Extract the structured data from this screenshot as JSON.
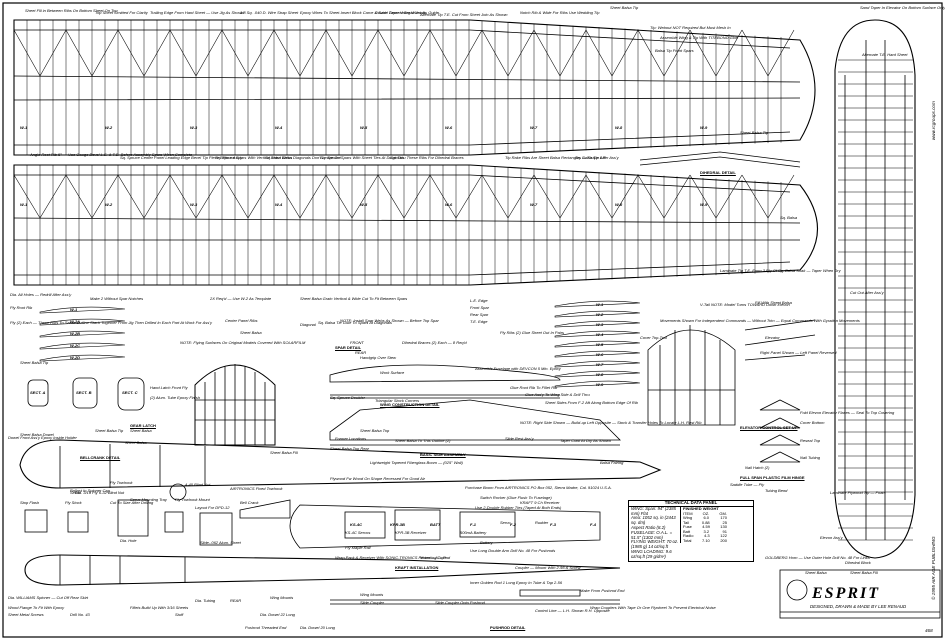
{
  "title": "ESPRIT",
  "credit": "DESIGNED, DRAWN & MADE BY LEE RENAUD",
  "page_number": "468",
  "copyright": "© 1995 AIR AGE PUBLISHING",
  "website": "www.rcgroups.com",
  "wing_rib_labels": [
    "W-1",
    "W-2",
    "W-3",
    "W-4",
    "W-5",
    "W-6",
    "W-7",
    "W-8",
    "W-9"
  ],
  "rib_stack_labels": [
    "W-1",
    "W-2",
    "W-3",
    "W-4",
    "W-5",
    "W-6",
    "W-7",
    "W-8",
    "W-9"
  ],
  "small_rib_labels": [
    "W-1",
    "W-2A",
    "W-2B",
    "W-2C",
    "W-2D"
  ],
  "section_labels": [
    "SECT. A",
    "SECT. B",
    "SECT. C"
  ],
  "top_notes": [
    "Sheet Fill in Between Ribs On Bottom Sheet On Top",
    "Top Sheet Omitted For Clarity",
    "Trailing Edge From Hard Sheet — Use Jig As Shown",
    "1/8 Sq. .040 D. Wire Strap Sheet",
    "Epoxy Wires To Sheet-Insert Block Carve & Sand Taper Using Wires As Guide",
    "Double Cement Break Joints",
    "Alternate Tip T.E. Cut From Sheet Join As Shown",
    "Notch Rib & Wide For Ribs Use Wedding Tip",
    "Sheet Balsa Tip",
    "Sand Taper In Elevator On Bottom Surface Only To Maintain Straight Line For Full Span Top Surface Film Hinge"
  ],
  "mid_notes": [
    "Angle Root Rib 5° — Use Gauge Bevel L.E. & T.E. Before Assembly Spars When Complete",
    "Sq. Spruce Center Panel Leading Edge Bevel Tip Piece Before Ass'y",
    "Sq. Spruce Spars With Vertical Balsa Webs",
    "Sq. Hard Balsa Diagonals Don't Leave Out",
    "Sq. Spruce Spars With Sheet Ties At Diagonals",
    "Cut Thru These Ribs For Dihedral Braces",
    "Tip Rake Ribs Are Sheet Balsa Rectangles — Shape After Ass'y",
    "Sq. Balsa Tip L.E.",
    "Tip: Webout NOT Required But Must Mesh In",
    "Assemble Wing & Tip With TITEBOND Glue",
    "Balsa Tip Front Spars",
    "Sheet Balsa Tip",
    "Sq. Balsa",
    "Fill With Sheet Balsa",
    "Laminate Tip T.E. From 3 Ply Of Sq. Balsa Soak — Taper When Dry",
    "Cut Out After Ass'y",
    "Alternate T.E. Hard Sheet"
  ],
  "section_titles": [
    "DIHEDRAL DETAIL",
    "SPAR DETAIL",
    "WING CONSTRUCTION DETAIL",
    "BASIC SIDE ASSEMBLY",
    "ELEVATOR CONTROL SET-UP",
    "FULL SPAN PLASTIC FILM HINGE",
    "KRAFT INSTALLATION",
    "PUSHROD DETAIL",
    "BELLCRANK DETAIL",
    "GEAR LATCH"
  ],
  "center_notes": [
    "Make 2 Without Spar Notches",
    "2X Req'd — Use W-2 As Template",
    "Sheet Balsa Grain Vertical & Wide Cut To Fit Between Spars",
    "Center Panel Ribs",
    "Sheet Balsa",
    "Diagonal",
    "Sq. Balsa Tie Glue To Spars At Diagonals",
    "NOTE: Install Spar Webs As Shown — Before Top Spar",
    "FRONT",
    "REAR",
    "Dihedral Braces (2) Each — 8 Req'd",
    "L.E. Edge",
    "Front Spar",
    "Rear Spar",
    "T.E. Edge",
    "Ply Ribs (2) Glue Sheet Out In Pairs",
    "Assemble Fuselage with DEVCON 5 Min. Epoxy",
    "Handgrip Over Stew",
    "Work Surface",
    "NOTE: Flying Surfaces On Original Models Covered With SOLARFILM",
    "Sq. Spruce Doubler",
    "Triangular Stock Corners",
    "Glue Root Rib To Fillet Rib",
    "Glue Ass'y To Wing Side & Drill Thru",
    "Sheet Sides From F-2 Aft Along Bottom Edge Of Rib",
    "NOTE: Right Side Shown — Build-up Left Opposite — Stock & Transfer Holes To Locate L.H. Rest Rib",
    "Former Locations",
    "Sheet Balsa To This Outline (2)",
    "Slide Rest Ass'y",
    "Taper Cowl At Dry As Shown",
    "Balsa Fairing",
    "Lightweight Tapered Fiberglass Boom — (025\" Wall)",
    "Sheet Balsa Top Rear",
    "Sheet Balsa Top",
    "Sheet Balsa Fill",
    "Sheet Balsa Dowel",
    "Dowel Front Ass'y Epoxy Inside Holder",
    "Ballast In Spinner Cap",
    "Dia. 3/16 Ply 6-32 Blind Nut",
    "Servo Mounting Tray",
    "Ply Towhook Mount",
    "4-40 Blind Nut",
    "AIRTRONICS Fixed Towhook",
    "Plywood Fw Wood On Shape Recessed For Good Air",
    "Purchase Boom From AIRTRONICS PO Box 052, Sierra Madre, Cal. 91024 U.S.A.",
    "Switch Rocker (Glue Flush To Fuselage)",
    "KRAFT 9 Ch Receiver",
    "Servo",
    "Battery",
    "Use 2-Double Rubber Ties (Taped At Both Ends)",
    "Wrap Pack & Receiver With SONIC-TRONICS Protex —A— Pad",
    "Ply Maple Rail",
    "Mounting Tape",
    "Use Long Double Arm Drill No. 48 For Pushrods",
    "Coupler — Mount With 2-56 & Screw",
    "Wing Mounts",
    "Dia. Dowel 22 Long",
    "Pushrod Threaded End",
    "Inner Golden Rod 1 Long Epoxy In Tube & Tap 2-56",
    "Slide Coupler",
    "Slide Coupler Onto Pushrod",
    "Make From Pushrod End",
    "Control Line — L.H. Shown R.H. Opposite",
    "Wrap Couplers With Tape Or One Flywheel To Prevent Electrical Noise",
    "Rudder",
    "Elevator",
    "Right Panel Shown — Left Panel Reversed",
    "V-Tail NOTE: Model Turns TOWARD Down Elevon",
    "Movements Shown For Independent Commands — Without Trim — Equal Commands With Gyration Movements",
    "Cover Top-Tool",
    "Fold Elevon Elevator Flaxes — Seal To Top Covering",
    "Cover Bottom",
    "Reseal Top",
    "Nail Tubing",
    "Nail Hatch (2)",
    "Saddle Tube — Ply",
    "Tubing Bend",
    "GOLDBERG Horn — Use Outer Hole Drill No. 48 For Links",
    "Laminate Plywood Tip — Foam",
    "Elevon Ass'y",
    "Dihedral Block",
    "Sheet Balsa",
    "Sheet Balsa Fill"
  ],
  "left_notes": [
    "Dia. All Holes — Redrill After Ass'y",
    "Ply Root Rib",
    "Ply (2) Each — These Ribs To Same Outline Stack Together From Jig Then Drilled In Each Part At Work For Ass'y",
    "Sheet Balsa Tip",
    "Hand Latch Front Ply",
    "(2) Alum. Tube Epoxy Finish",
    "Sheet Balsa Tip",
    "Sheet Balsa",
    "Sheet Balsa",
    "Stop Flash",
    "Ply Stock",
    "Cut To Size After Drilling",
    "Dia. Hole",
    "Layout For DPD-12",
    "Slide-.062 Alum. Sheet",
    "Bell Crank",
    "Servo",
    "Ply Towhook",
    "Dia. WILLIAMS Spinner — Cut Off Rear Skirt",
    "Wood Flange To Fit With Epoxy",
    "Sheet Metal Screws",
    "Drill No. 43",
    "Fillets Build Up With 3/16 Sheets",
    "Dia. Tubing",
    "Stuff",
    "REAR",
    "Wing Mounts",
    "Dia. Dowel 20 Long"
  ],
  "technical_data_panel": {
    "title": "TECHNICAL DATA PANEL",
    "rows": [
      "WING: Span: 94\" (2385 mm) Flat",
      "Area: 1052 sq. in (2443 sq. dm)",
      "Aspect Ratio (8.2)",
      "FUSELAGE: O.A.L. = 51.5\" (1302 mm)",
      "FLYING WEIGHT: 70 oz. (1985 g) 14 oz/sq.ft",
      "WING LOADING: 9.6 oz/sq.ft (29 g/dm²)"
    ],
    "weight_table_title": "FINISHED WEIGHT",
    "weight_cols": [
      "ITEM",
      "OZ.",
      "GM."
    ],
    "weight_rows": [
      [
        "Wing",
        "6.0",
        "170"
      ],
      [
        "Tail",
        "0.88",
        "25"
      ],
      [
        "Fuse",
        "4.59",
        "130"
      ],
      [
        "Batt",
        "3.2",
        "91"
      ],
      [
        "Radio",
        "4.3",
        "122"
      ],
      [
        "Total",
        "7.10",
        "200"
      ]
    ]
  },
  "fuselage_labels": [
    "KS-4C",
    "KPR-3B",
    "BATT",
    "F-1",
    "F-2",
    "F-3",
    "F-4"
  ],
  "radio": {
    "receiver": "KPR-3B Receiver",
    "servos": "KS-4C Servos",
    "battery": "500mA Battery"
  }
}
